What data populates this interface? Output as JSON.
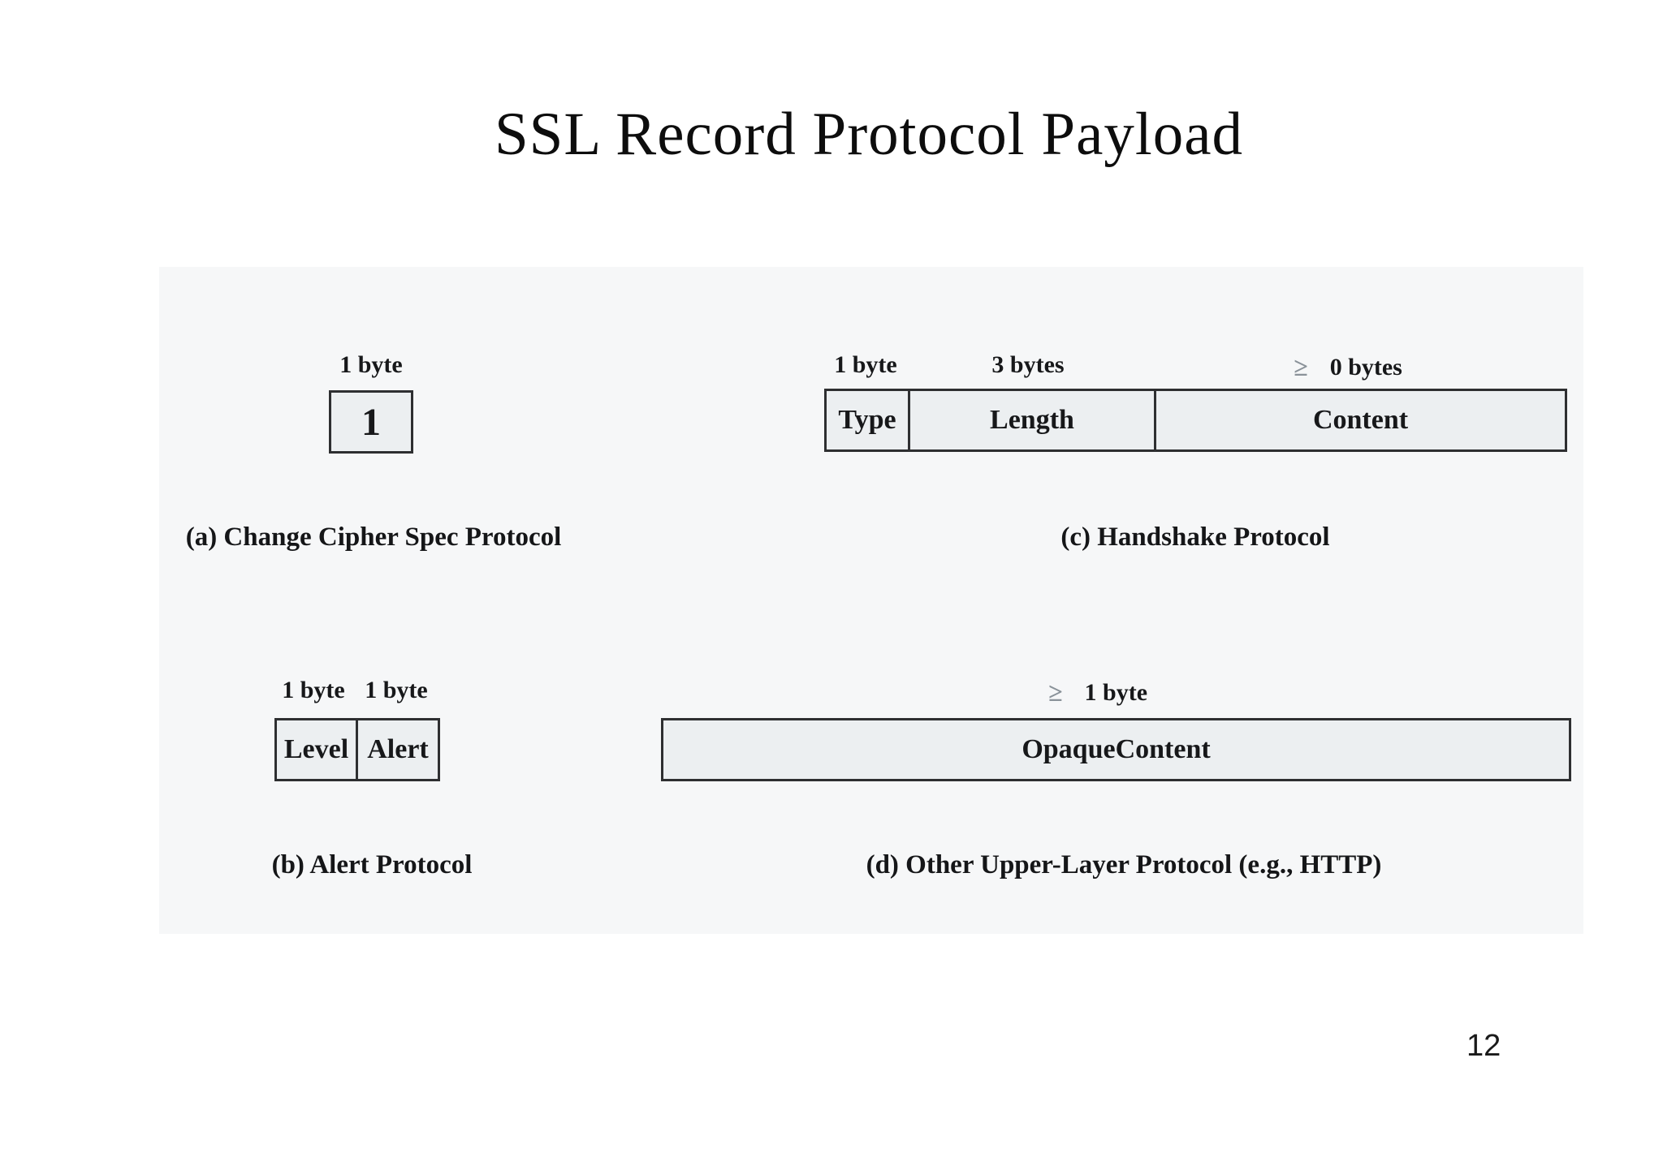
{
  "slide": {
    "title": "SSL Record Protocol Payload",
    "page_number": "12"
  },
  "diagrams": {
    "a": {
      "caption": "(a) Change Cipher Spec Protocol",
      "size_labels": [
        {
          "text": "1 byte"
        }
      ],
      "cells": [
        {
          "label": "1"
        }
      ]
    },
    "b": {
      "caption": "(b) Alert Protocol",
      "size_labels": [
        {
          "text": "1 byte"
        },
        {
          "text": "1 byte"
        }
      ],
      "cells": [
        {
          "label": "Level"
        },
        {
          "label": "Alert"
        }
      ]
    },
    "c": {
      "caption": "(c) Handshake Protocol",
      "size_labels": [
        {
          "text": "1 byte"
        },
        {
          "text": "3 bytes"
        },
        {
          "gte": "≥",
          "text": "0 bytes"
        }
      ],
      "cells": [
        {
          "label": "Type"
        },
        {
          "label": "Length"
        },
        {
          "label": "Content"
        }
      ]
    },
    "d": {
      "caption": "(d) Other Upper-Layer Protocol (e.g., HTTP)",
      "size_labels": [
        {
          "gte": "≥",
          "text": "1 byte"
        }
      ],
      "cells": [
        {
          "label": "OpaqueContent"
        }
      ]
    }
  },
  "colors": {
    "box_fill": "#eceff1",
    "box_border": "#2e2f31",
    "panel_bg": "#f6f7f8",
    "gte_symbol": "#8a9299",
    "text": "#141414"
  }
}
